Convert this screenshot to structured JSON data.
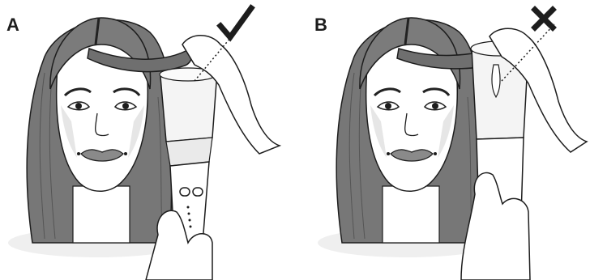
{
  "panels": [
    {
      "label": "A",
      "result": "correct",
      "mark_icon": "check-mark-icon"
    },
    {
      "label": "B",
      "result": "incorrect",
      "mark_icon": "cross-mark-icon"
    }
  ],
  "colors": {
    "hair": "#777777",
    "hair_dark": "#444444",
    "skin": "#ffffff",
    "shadow": "#e4e4e4",
    "outline": "#1d1d1d",
    "device_top": "#f2f2f2",
    "lips": "#8a8a8a",
    "mark": "#222222"
  }
}
